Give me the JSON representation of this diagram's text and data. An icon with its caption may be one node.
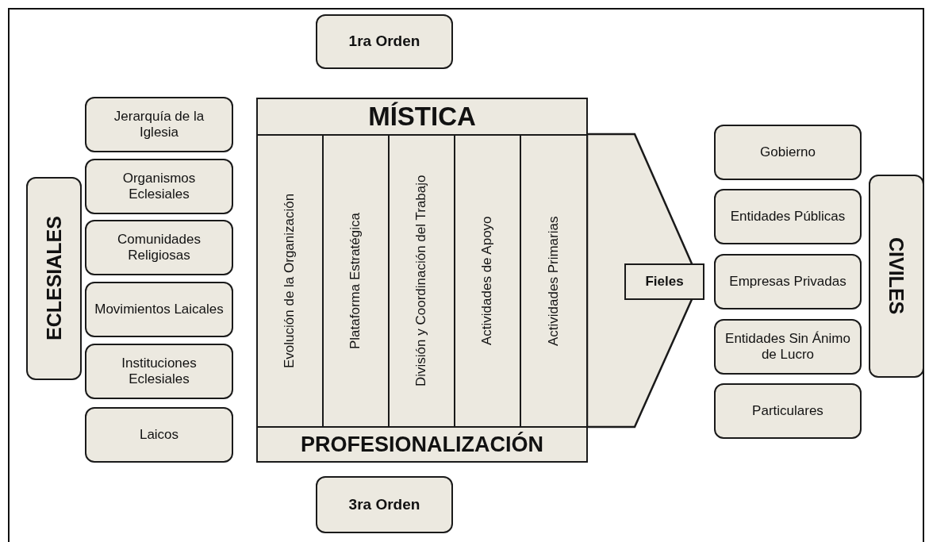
{
  "diagram": {
    "nodes": [
      {
        "text": [
          "1ra Orden"
        ]
      },
      {
        "text": [
          "ECLESIALES"
        ]
      },
      {
        "text": [
          "Jerarquía de la Iglesia"
        ]
      },
      {
        "text": [
          "Organismos Eclesiales"
        ]
      },
      {
        "text": [
          "Comunidades Religiosas"
        ]
      },
      {
        "text": [
          "Movimientos Laicales"
        ]
      },
      {
        "text": [
          "Instituciones Eclesiales"
        ]
      },
      {
        "text": [
          "Laicos"
        ]
      },
      {
        "text": [
          "MÍSTICA"
        ]
      },
      {
        "text": [
          "Evolución de la Organización"
        ]
      },
      {
        "text": [
          "Plataforma Estratégica"
        ]
      },
      {
        "text": [
          "División y Coordinación del Trabajo"
        ]
      },
      {
        "text": [
          "Actividades de Apoyo"
        ]
      },
      {
        "text": [
          "Actividades Primarias"
        ]
      },
      {
        "text": [
          "PROFESIONALIZACIÓN"
        ]
      },
      {
        "text": [
          "Fieles"
        ]
      },
      {
        "text": [
          "Gobierno"
        ]
      },
      {
        "text": [
          "Entidades Públicas"
        ]
      },
      {
        "text": [
          "Empresas Privadas"
        ]
      },
      {
        "text": [
          "Entidades Sin Ánimo de Lucro"
        ]
      },
      {
        "text": [
          "Particulares"
        ]
      },
      {
        "text": [
          "CIVILES"
        ]
      },
      {
        "text": [
          "3ra Orden"
        ]
      }
    ],
    "edges": []
  }
}
